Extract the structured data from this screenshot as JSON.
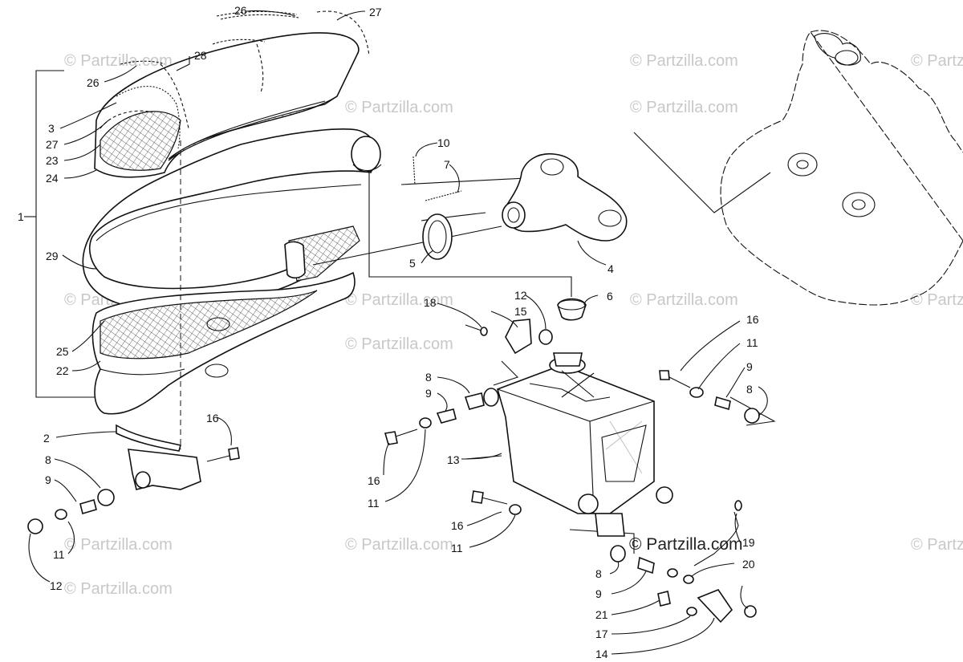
{
  "watermark": {
    "text": "© Partzilla.com",
    "strong_text": "© Partzilla.com"
  },
  "callouts": [
    {
      "id": "c1",
      "text": "1"
    },
    {
      "id": "c2",
      "text": "2"
    },
    {
      "id": "c3",
      "text": "3"
    },
    {
      "id": "c4",
      "text": "4"
    },
    {
      "id": "c5",
      "text": "5"
    },
    {
      "id": "c6",
      "text": "6"
    },
    {
      "id": "c7",
      "text": "7"
    },
    {
      "id": "c8a",
      "text": "8"
    },
    {
      "id": "c8b",
      "text": "8"
    },
    {
      "id": "c8c",
      "text": "8"
    },
    {
      "id": "c8d",
      "text": "8"
    },
    {
      "id": "c9a",
      "text": "9"
    },
    {
      "id": "c9b",
      "text": "9"
    },
    {
      "id": "c9c",
      "text": "9"
    },
    {
      "id": "c9d",
      "text": "9"
    },
    {
      "id": "c10",
      "text": "10"
    },
    {
      "id": "c11a",
      "text": "11"
    },
    {
      "id": "c11b",
      "text": "11"
    },
    {
      "id": "c11c",
      "text": "11"
    },
    {
      "id": "c11d",
      "text": "11"
    },
    {
      "id": "c12a",
      "text": "12"
    },
    {
      "id": "c12b",
      "text": "12"
    },
    {
      "id": "c13",
      "text": "13"
    },
    {
      "id": "c14",
      "text": "14"
    },
    {
      "id": "c15",
      "text": "15"
    },
    {
      "id": "c16a",
      "text": "16"
    },
    {
      "id": "c16b",
      "text": "16"
    },
    {
      "id": "c16c",
      "text": "16"
    },
    {
      "id": "c16d",
      "text": "16"
    },
    {
      "id": "c17",
      "text": "17"
    },
    {
      "id": "c18",
      "text": "18"
    },
    {
      "id": "c19",
      "text": "19"
    },
    {
      "id": "c20",
      "text": "20"
    },
    {
      "id": "c21",
      "text": "21"
    },
    {
      "id": "c22",
      "text": "22"
    },
    {
      "id": "c23",
      "text": "23"
    },
    {
      "id": "c24",
      "text": "24"
    },
    {
      "id": "c25",
      "text": "25"
    },
    {
      "id": "c26a",
      "text": "26"
    },
    {
      "id": "c26b",
      "text": "26"
    },
    {
      "id": "c27a",
      "text": "27"
    },
    {
      "id": "c27b",
      "text": "27"
    },
    {
      "id": "c28",
      "text": "28"
    },
    {
      "id": "c29",
      "text": "29"
    }
  ]
}
